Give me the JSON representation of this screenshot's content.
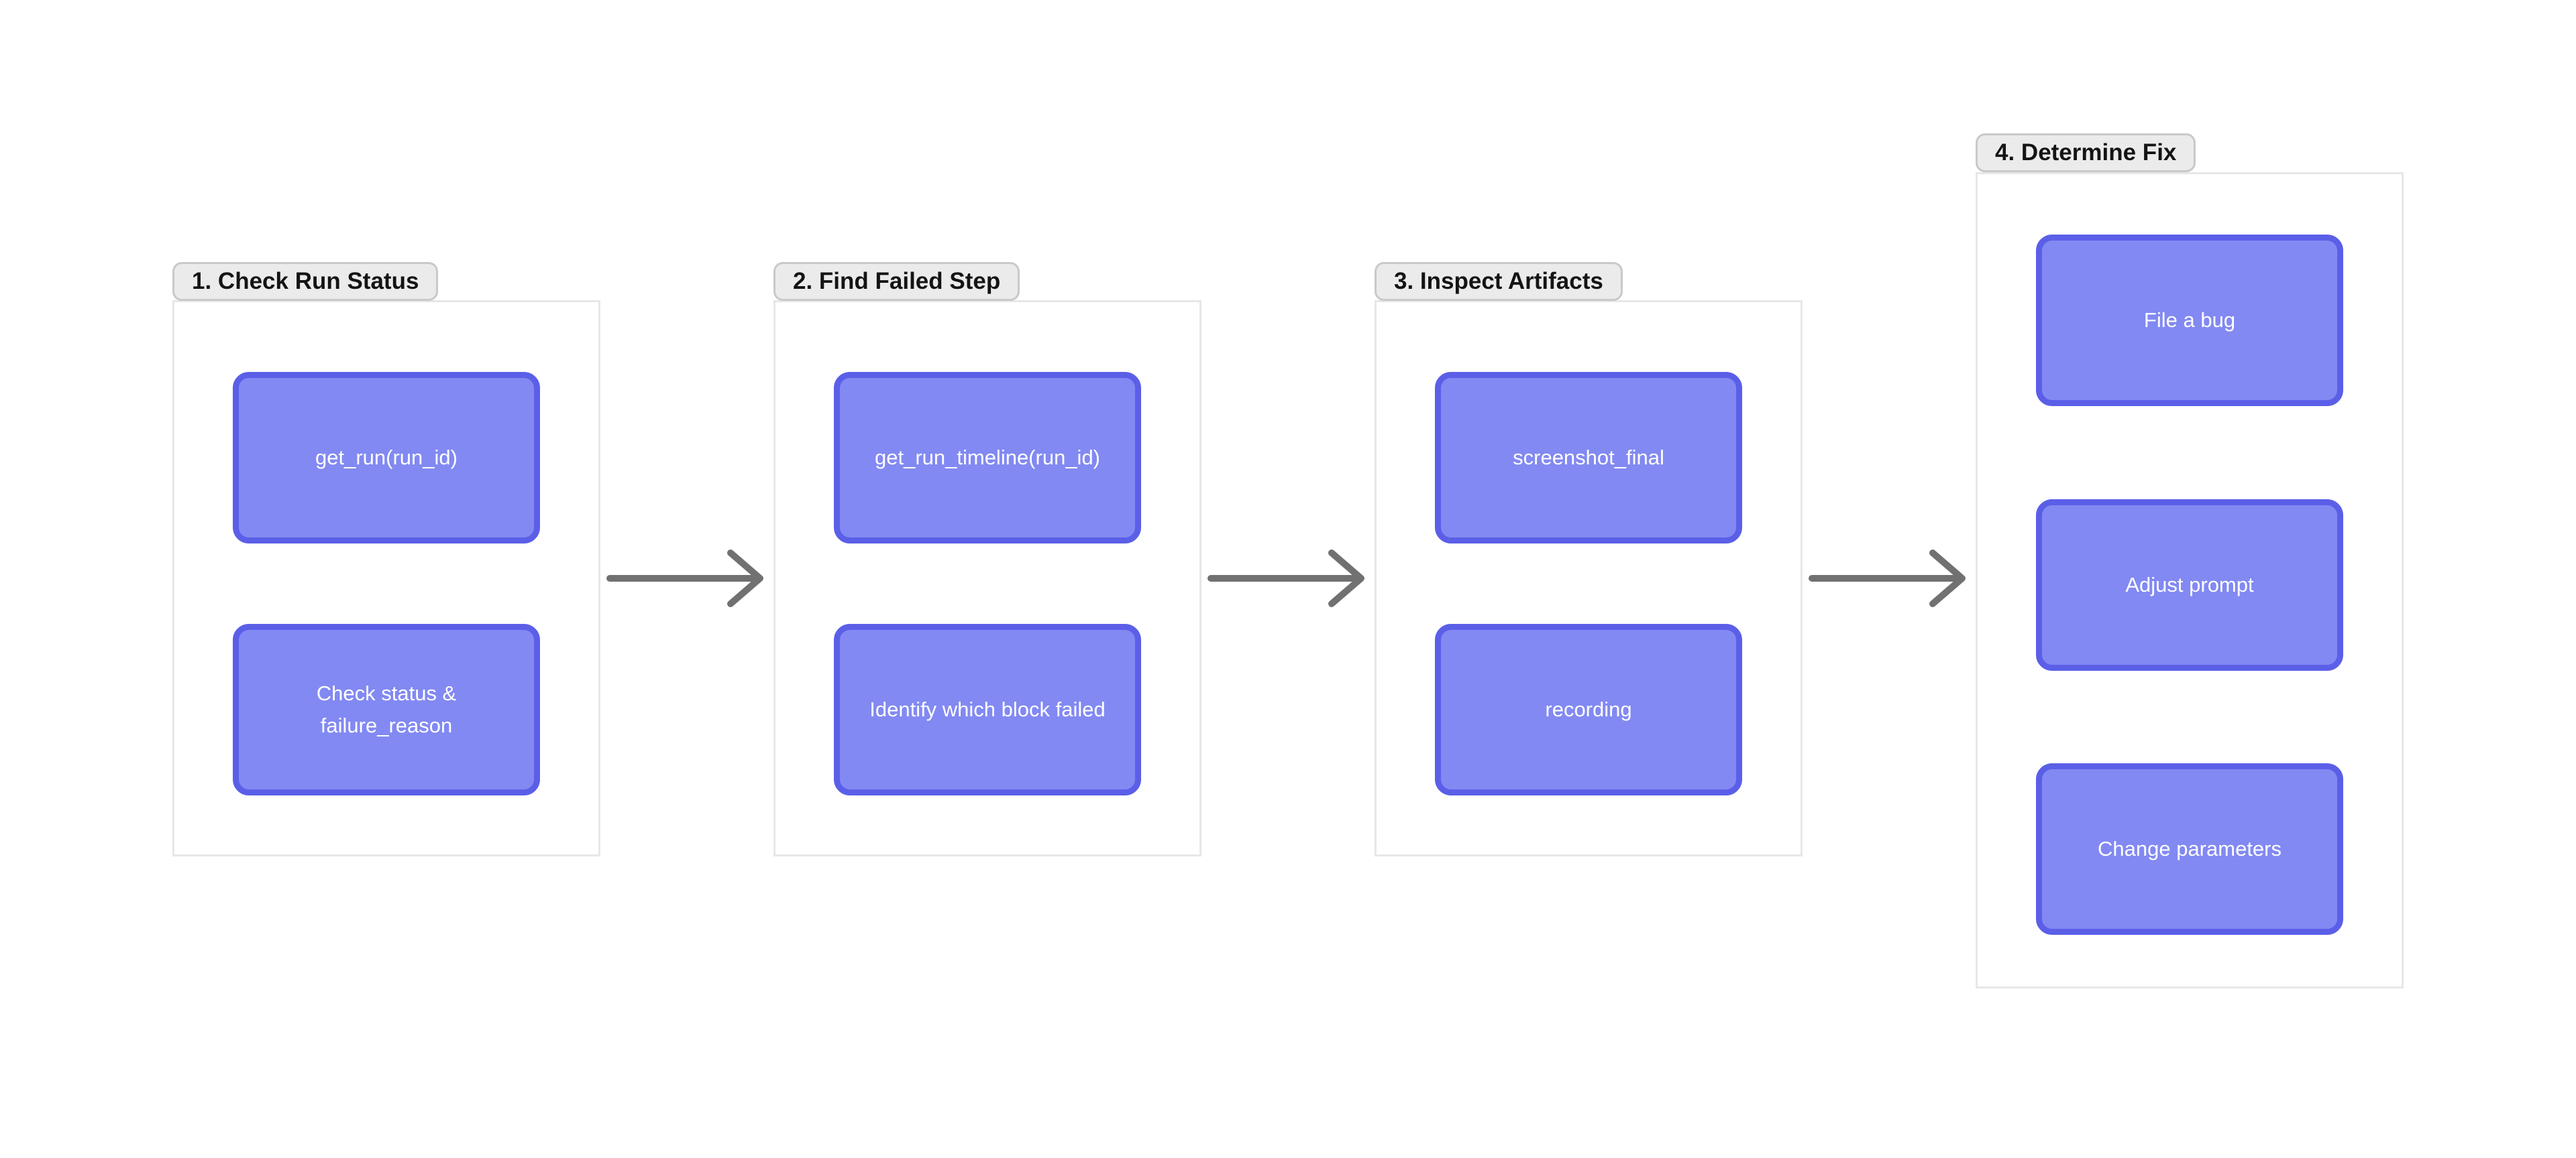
{
  "diagram": {
    "title": "run failure triage flow",
    "type": "flowchart"
  },
  "colors": {
    "canvas_background": "#ffffff",
    "node_fill": "#8289f2",
    "node_border": "#5b5fe8",
    "node_text": "#ffffff",
    "group_frame_border": "#e7e7e7",
    "group_frame_fill": "#ffffff",
    "label_pill_fill": "#ebebeb",
    "label_pill_border": "#c9c9c9",
    "label_pill_text": "#141414",
    "arrow": "#717171"
  },
  "groups": [
    {
      "label": "1. Check Run Status",
      "nodes": [
        {
          "label": "get_run(run_id)"
        },
        {
          "label": "Check status & failure_reason"
        }
      ]
    },
    {
      "label": "2. Find Failed Step",
      "nodes": [
        {
          "label": "get_run_timeline(run_id)"
        },
        {
          "label": "Identify which block failed"
        }
      ]
    },
    {
      "label": "3. Inspect Artifacts",
      "nodes": [
        {
          "label": "screenshot_final"
        },
        {
          "label": "recording"
        }
      ]
    },
    {
      "label": "4. Determine Fix",
      "nodes": [
        {
          "label": "File a bug"
        },
        {
          "label": "Adjust prompt"
        },
        {
          "label": "Change parameters"
        }
      ]
    }
  ],
  "arrows": [
    {
      "from": "1. Check Run Status",
      "to": "2. Find Failed Step"
    },
    {
      "from": "2. Find Failed Step",
      "to": "3. Inspect Artifacts"
    },
    {
      "from": "3. Inspect Artifacts",
      "to": "4. Determine Fix"
    }
  ]
}
